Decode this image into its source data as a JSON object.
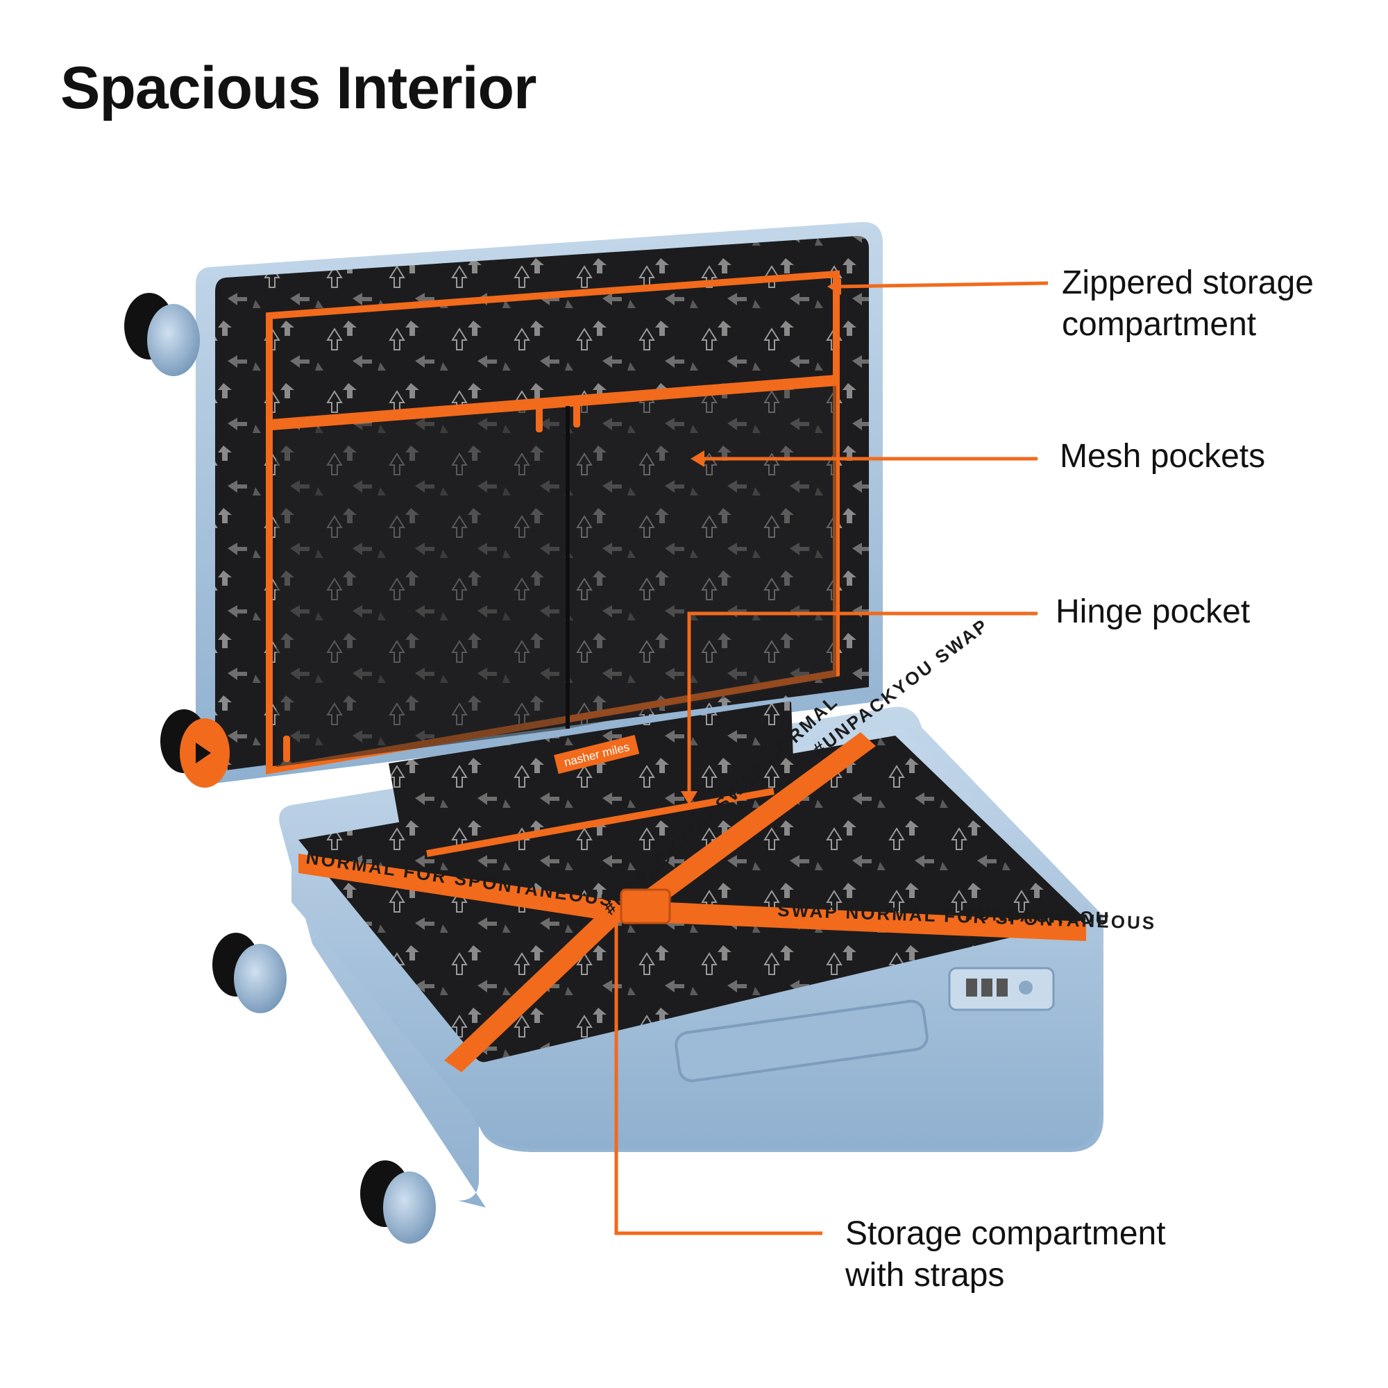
{
  "title": "Spacious Interior",
  "callouts": {
    "zippered": [
      "Zippered storage",
      "compartment"
    ],
    "mesh": [
      "Mesh pockets"
    ],
    "hinge": [
      "Hinge pocket"
    ],
    "straps": [
      "Storage compartment",
      "with straps"
    ]
  },
  "strap_text": {
    "left_band": "NORMAL FOR SPONTANEOUS",
    "right_band": "SWAP NORMAL FOR SPONTANEOUS",
    "diag_left": "#UNPACKYOU SWAP NORMAL",
    "far_right": "#UNPACKYOU",
    "diag_right": "#UNPACKYOU SWAP"
  },
  "brand": {
    "logo_text": "nasher miles"
  },
  "colors": {
    "accent_orange": "#f26a1b",
    "shell_blue": "#a9c4dd",
    "lining_dark": "#1c1c1e"
  },
  "icons": [
    "arrow-pattern",
    "wheel",
    "combination-lock",
    "handle",
    "zipper-pull"
  ]
}
